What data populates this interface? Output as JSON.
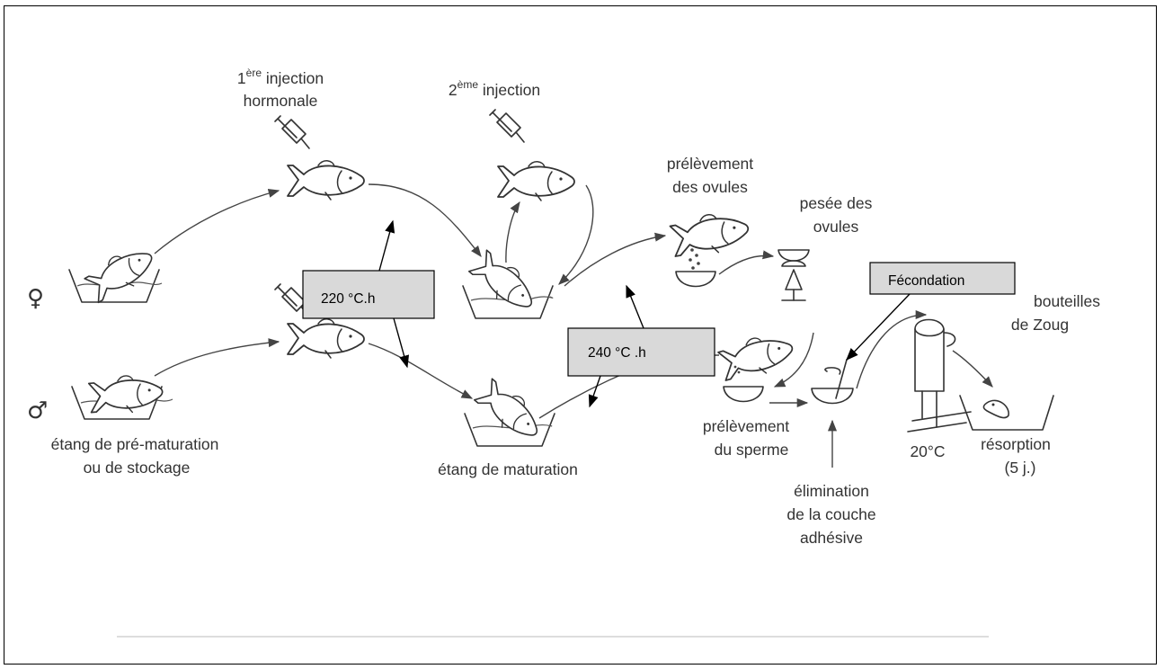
{
  "labels": {
    "female_symbol": "♀",
    "male_symbol": "♂",
    "first_injection_sup": "ère",
    "first_injection_num": "1",
    "first_injection_rest": " injection",
    "first_injection_line2": "hormonale",
    "second_injection_num": "2",
    "second_injection_sup": "ème",
    "second_injection_rest": " injection",
    "ovule_collection_line1": "prélèvement",
    "ovule_collection_line2": "des ovules",
    "ovule_weighing_line1": "pesée des",
    "ovule_weighing_line2": "ovules",
    "zoug_line1": "bouteilles",
    "zoug_line2": "de Zoug",
    "prematuration_line1": "étang de pré-maturation",
    "prematuration_line2": "ou de stockage",
    "maturation_pond": "étang de maturation",
    "sperm_collection_line1": "prélèvement",
    "sperm_collection_line2": "du sperme",
    "adhesive_line1": "élimination",
    "adhesive_line2": "de la couche",
    "adhesive_line3": "adhésive",
    "temperature": "20°C",
    "resorption_line1": "résorption",
    "resorption_line2": "(5 j.)"
  },
  "boxes": {
    "degree_hours_1": "220 °C.h",
    "degree_hours_2": "240 °C .h",
    "fertilization": "Fécondation"
  },
  "colors": {
    "box_fill": "#d9d9d9",
    "line": "#333333"
  }
}
